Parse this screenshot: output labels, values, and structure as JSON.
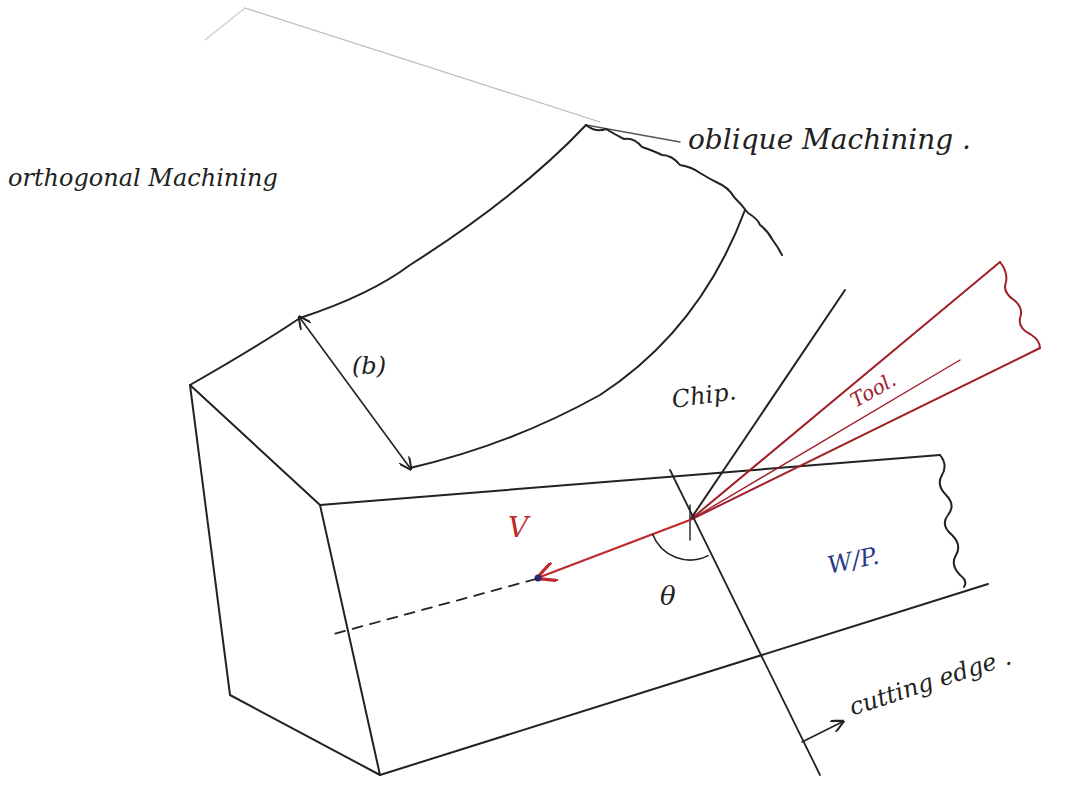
{
  "diagram": {
    "labels": [
      "orthogonal Machining",
      "oblique Machining .",
      "(b)",
      "Chip.",
      "Tool.",
      "W/P.",
      "V",
      "θ",
      "cutting edge ."
    ]
  }
}
